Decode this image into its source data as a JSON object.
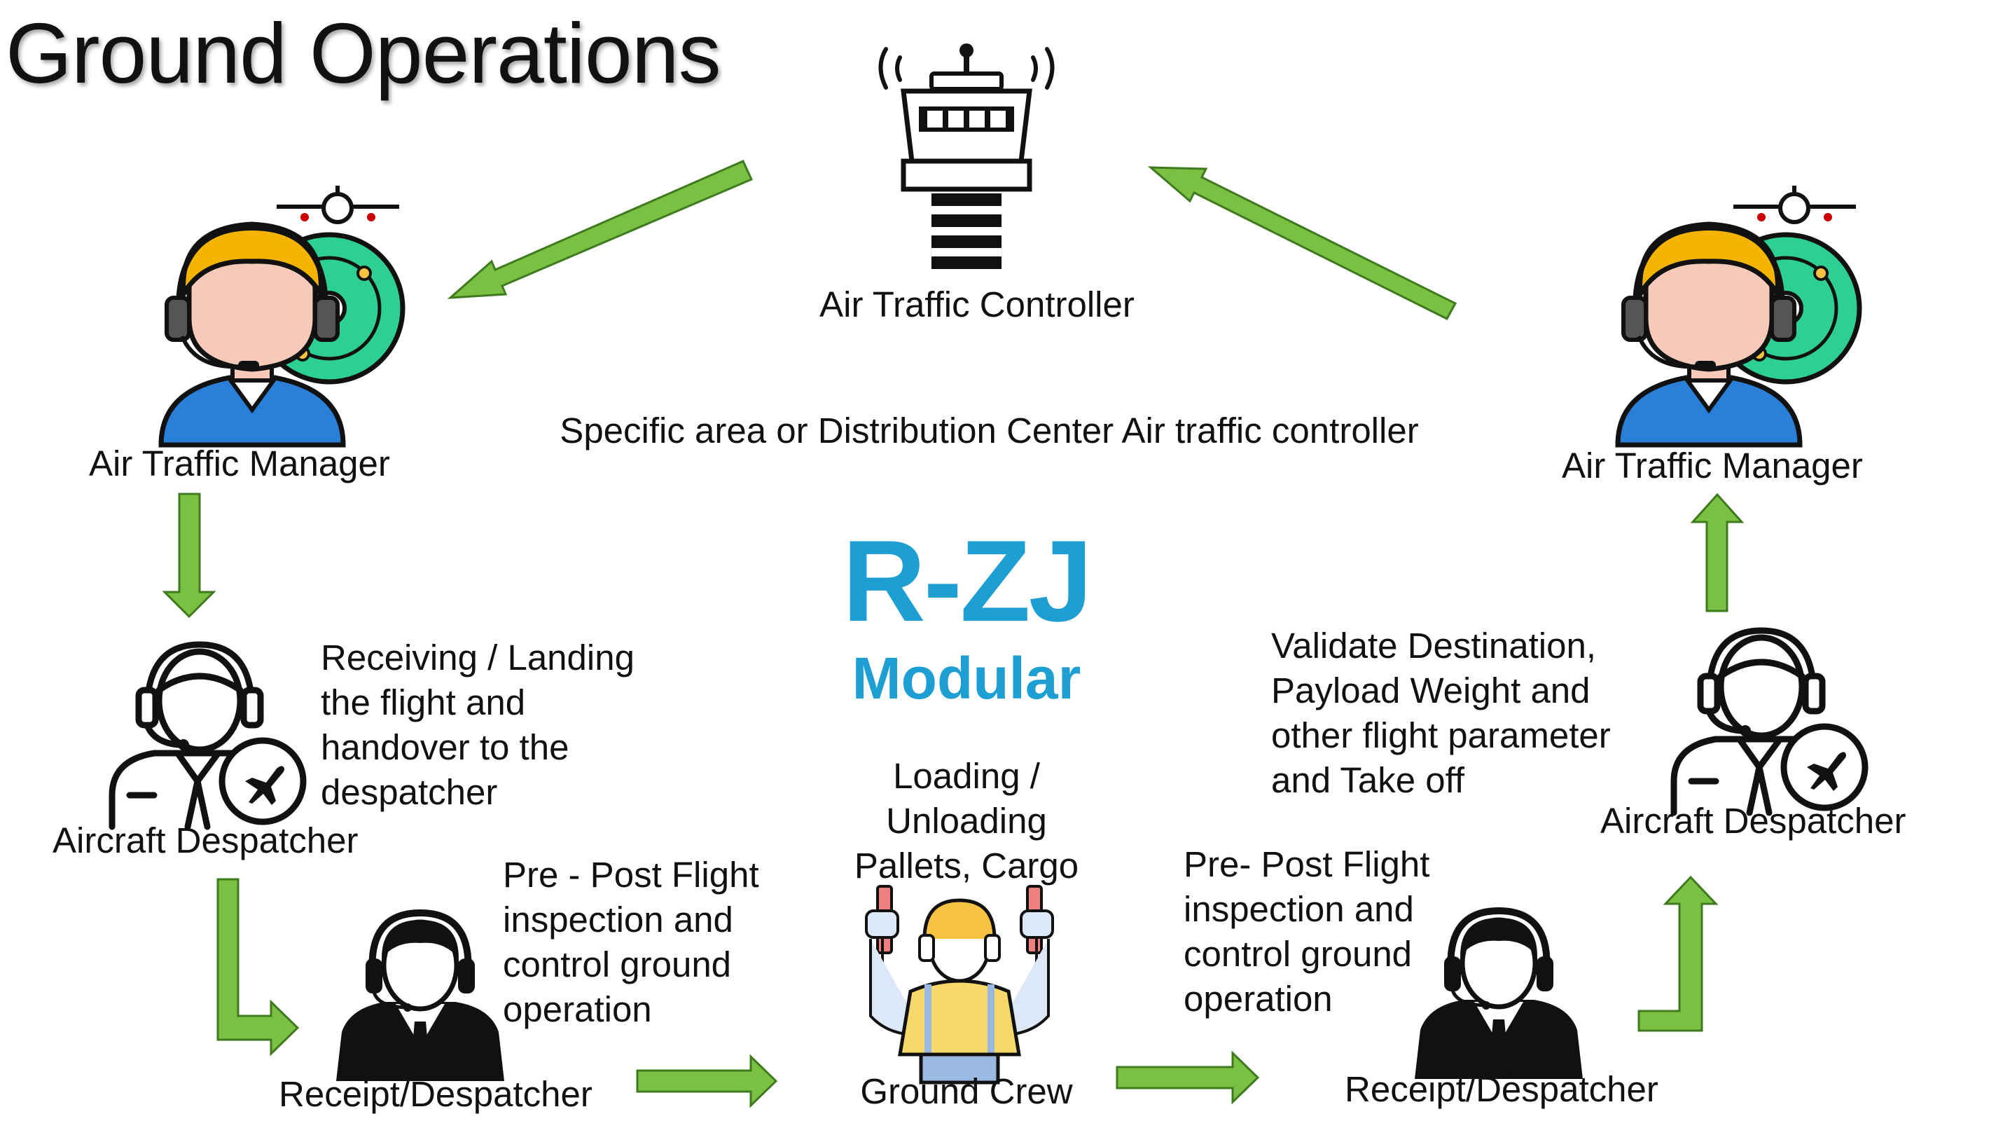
{
  "title": "Ground Operations",
  "roles": {
    "air_traffic_controller": "Air Traffic Controller",
    "air_traffic_manager_left": "Air Traffic Manager",
    "air_traffic_manager_right": "Air Traffic Manager",
    "aircraft_despatcher_left": "Aircraft Despatcher",
    "aircraft_despatcher_right": "Aircraft Despatcher",
    "receipt_despatcher_left": "Receipt/Despatcher",
    "receipt_despatcher_right": "Receipt/Despatcher",
    "ground_crew": "Ground Crew"
  },
  "center_note": "Specific area or Distribution Center Air traffic controller",
  "brand": {
    "name": "R-ZJ",
    "sub": "Modular"
  },
  "descriptions": {
    "receiving": [
      "Receiving / Landing",
      "the flight and",
      "handover to the",
      "despatcher"
    ],
    "pre_post_left": [
      "Pre - Post Flight",
      "inspection and",
      "control ground",
      "operation"
    ],
    "loading": [
      "Loading /",
      "Unloading",
      "Pallets, Cargo"
    ],
    "pre_post_right": [
      "Pre- Post Flight",
      "inspection and",
      "control ground",
      "operation"
    ],
    "validate": [
      "Validate Destination,",
      "Payload Weight and",
      "other flight parameter",
      "and Take off"
    ]
  },
  "icons": {
    "control_tower": "control-tower-icon",
    "manager": "air-traffic-manager-icon",
    "despatcher": "aircraft-despatcher-icon",
    "receipt": "receipt-despatcher-icon",
    "ground_crew": "ground-crew-icon"
  },
  "colors": {
    "arrow_fill": "#7ac143",
    "arrow_stroke": "#3f7a1f",
    "brand": "#1e9fd4"
  }
}
